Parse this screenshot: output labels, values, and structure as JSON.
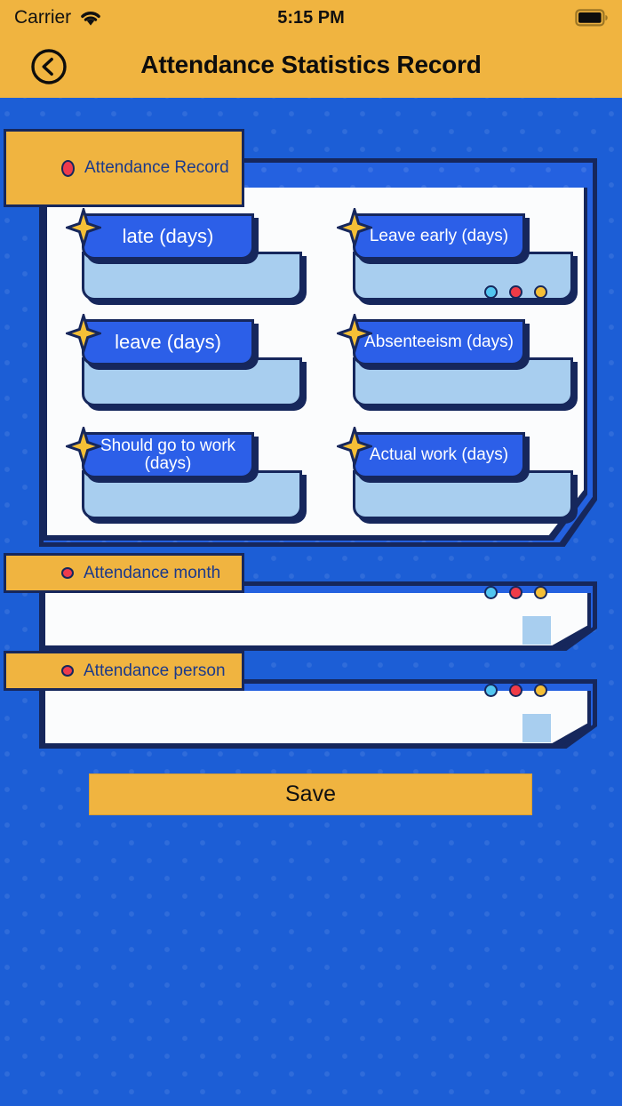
{
  "status_bar": {
    "carrier": "Carrier",
    "wifi_icon": "wifi-icon",
    "time": "5:15 PM",
    "battery_icon": "battery-full-icon"
  },
  "nav": {
    "back_icon": "back-chevron-circle-icon",
    "title": "Attendance Statistics Record"
  },
  "record_section": {
    "tab_label": "Attendance Record",
    "tab_bullet_icon": "red-ellipse-bullet-icon",
    "dots": [
      {
        "name": "dot-cyan",
        "color": "#52c6f0"
      },
      {
        "name": "dot-red",
        "color": "#ef3b47"
      },
      {
        "name": "dot-yellow",
        "color": "#f5bf36"
      }
    ],
    "fields": [
      {
        "label": "late (days)",
        "value": "",
        "size": "lg"
      },
      {
        "label": "Leave early (days)",
        "value": "",
        "size": "sm"
      },
      {
        "label": "leave (days)",
        "value": "",
        "size": "lg"
      },
      {
        "label": "Absenteeism (days)",
        "value": "",
        "size": "sm"
      },
      {
        "label": "Should go to work (days)",
        "value": "",
        "size": "sm"
      },
      {
        "label": "Actual work (days)",
        "value": "",
        "size": "sm"
      }
    ],
    "star_icon": "four-point-star-icon"
  },
  "month_section": {
    "tab_label": "Attendance month",
    "tab_bullet_icon": "red-ellipse-bullet-icon",
    "value": "",
    "dots": [
      {
        "name": "dot-cyan",
        "color": "#52c6f0"
      },
      {
        "name": "dot-red",
        "color": "#ef3b47"
      },
      {
        "name": "dot-yellow",
        "color": "#f5bf36"
      }
    ]
  },
  "person_section": {
    "tab_label": "Attendance person",
    "tab_bullet_icon": "red-ellipse-bullet-icon",
    "value": "",
    "dots": [
      {
        "name": "dot-cyan",
        "color": "#52c6f0"
      },
      {
        "name": "dot-red",
        "color": "#ef3b47"
      },
      {
        "name": "dot-yellow",
        "color": "#f5bf36"
      }
    ]
  },
  "save": {
    "label": "Save"
  },
  "colors": {
    "background_blue": "#1c5ed6",
    "accent_yellow": "#f0b440",
    "navy_outline": "#16275c",
    "label_blue": "#2c5fe8",
    "input_light_blue": "#a8ceef",
    "panel_white": "#fbfcfd",
    "tab_text_blue": "#1c3a8a"
  }
}
